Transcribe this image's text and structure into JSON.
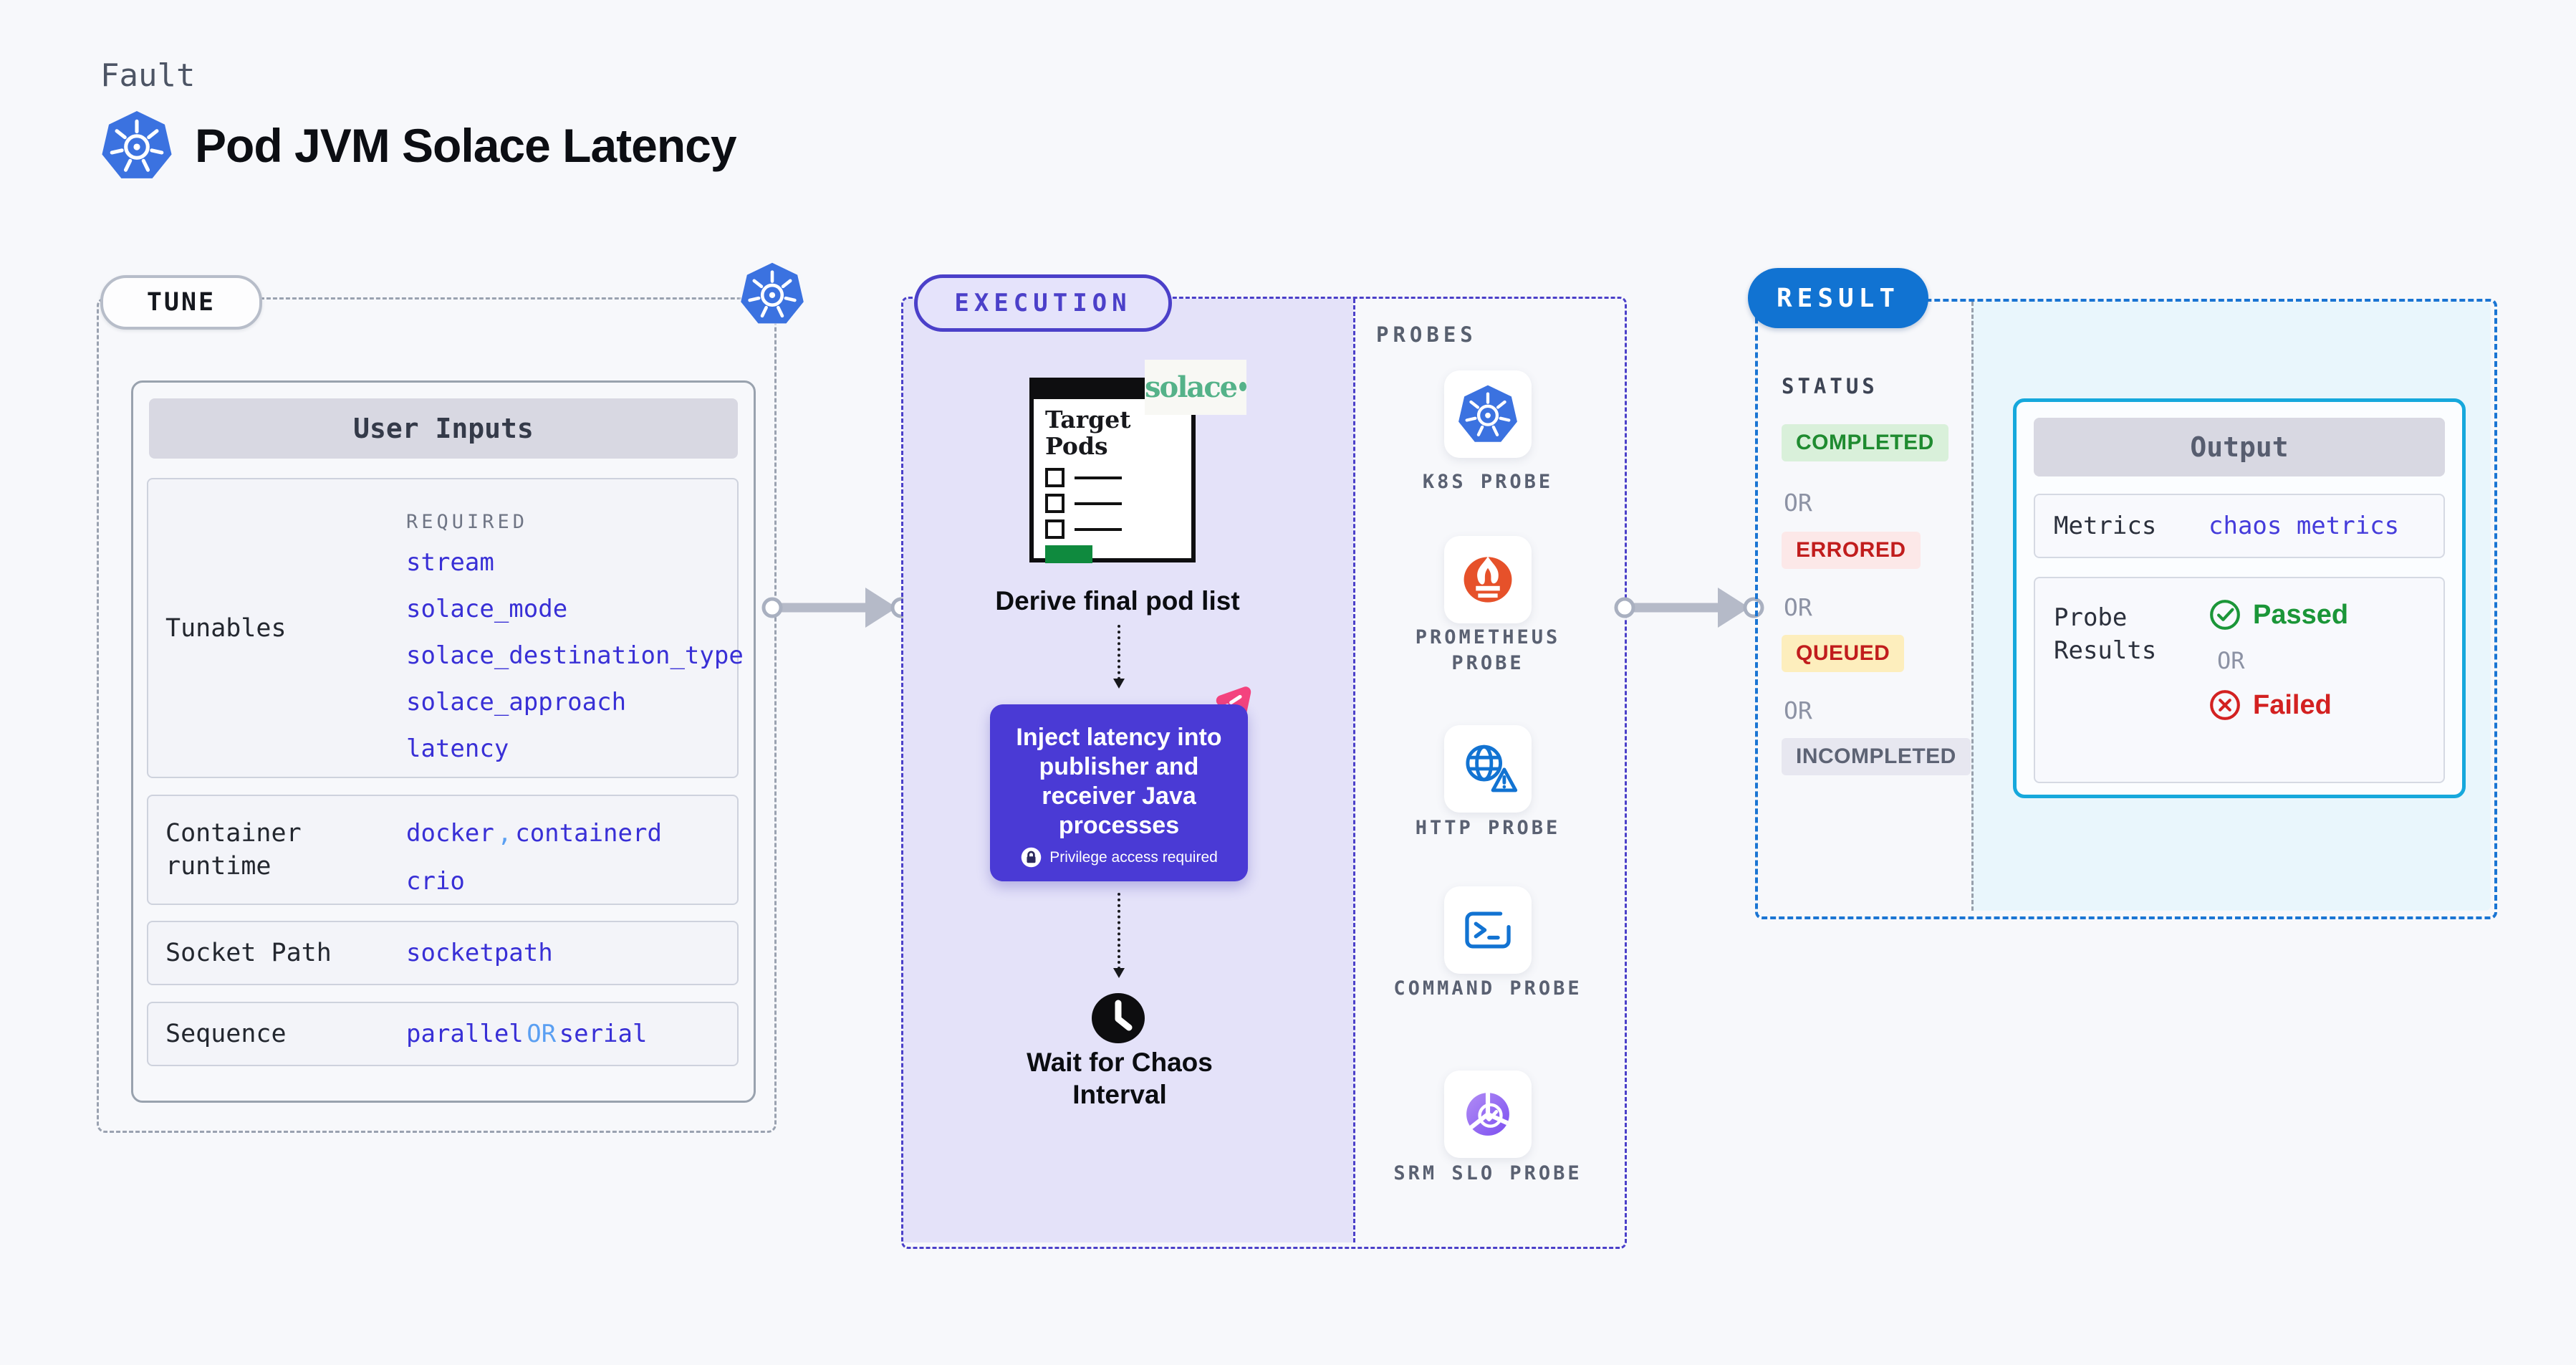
{
  "page": {
    "eyebrow": "Fault",
    "title": "Pod JVM Solace Latency"
  },
  "tune": {
    "badge": "TUNE",
    "user_inputs": {
      "title": "User Inputs",
      "tunables": {
        "label": "Tunables",
        "required_label": "REQUIRED",
        "params": [
          "stream",
          "solace_mode",
          "solace_destination_type",
          "solace_approach",
          "latency"
        ]
      },
      "container_runtime": {
        "label": "Container runtime",
        "value_a": "docker",
        "comma": ",",
        "value_b": "containerd",
        "value_c": "crio"
      },
      "socket_path": {
        "label": "Socket Path",
        "value": "socketpath"
      },
      "sequence": {
        "label": "Sequence",
        "value_a": "parallel",
        "or": "OR",
        "value_b": "serial"
      }
    }
  },
  "execution": {
    "badge": "EXECUTION",
    "target_window": {
      "title": "Target Pods"
    },
    "solace_logo": {
      "text": "solace"
    },
    "derive_step": "Derive final pod list",
    "inject_step": {
      "text": "Inject latency into publisher and receiver Java processes",
      "note": "Privilege access required"
    },
    "wait_step": "Wait for Chaos Interval"
  },
  "probes": {
    "title": "PROBES",
    "items": [
      {
        "label": "K8S PROBE"
      },
      {
        "label": "PROMETHEUS PROBE"
      },
      {
        "label": "HTTP PROBE"
      },
      {
        "label": "COMMAND PROBE"
      },
      {
        "label": "SRM SLO PROBE"
      }
    ]
  },
  "result": {
    "badge": "RESULT",
    "status": {
      "title": "STATUS",
      "or": "OR",
      "completed": {
        "label": "COMPLETED",
        "fg": "#1f8b30",
        "bg": "#d9f0da"
      },
      "errored": {
        "label": "ERRORED",
        "fg": "#c11d1d",
        "bg": "#fce8e8"
      },
      "queued": {
        "label": "QUEUED",
        "fg": "#c11d1d",
        "bg": "#fdeebd"
      },
      "incompleted": {
        "label": "INCOMPLETED",
        "fg": "#5d6374",
        "bg": "#e7e7f0"
      }
    },
    "output": {
      "title": "Output",
      "metrics": {
        "label": "Metrics",
        "value": "chaos metrics"
      },
      "probe_results": {
        "label": "Probe Results",
        "passed": "Passed",
        "or": "OR",
        "failed": "Failed"
      }
    }
  },
  "colors": {
    "page_bg": "#f7f8fb",
    "accent_indigo": "#4b40c9",
    "lavender_bg": "#e4e2f9",
    "accent_blue": "#1173d2",
    "accent_cyan": "#16a8dc",
    "cyan_bg": "#e9f6fc",
    "link_blue": "#382fd6",
    "inject_bg": "#4a3ad5",
    "green": "#1f8b30",
    "red": "#c11d1d",
    "pink": "#f4437e",
    "solace_green": "#55b289"
  }
}
